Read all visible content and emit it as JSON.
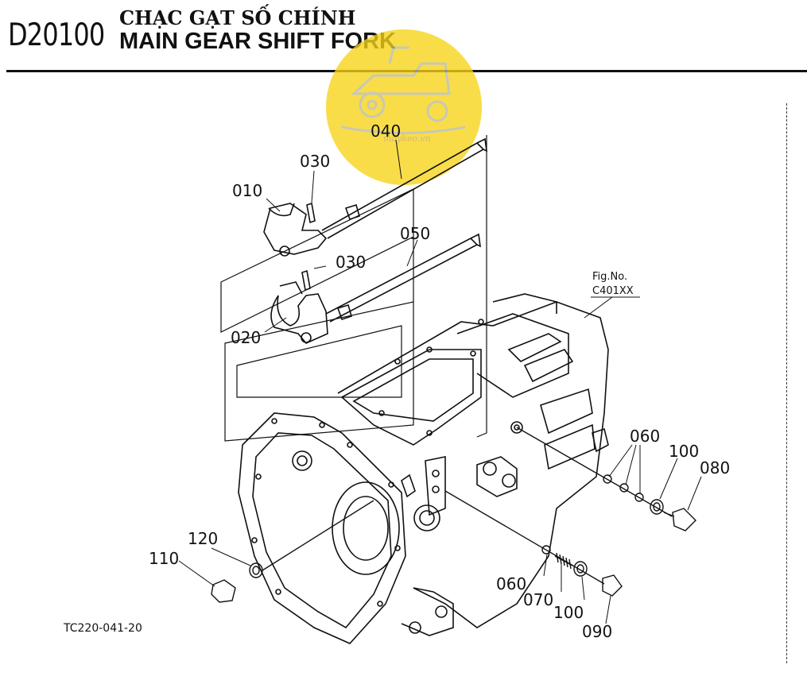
{
  "header": {
    "code": "D20100",
    "title_vn": "CHẠC GẠT SỐ CHÍNH",
    "title_en": "MAIN GEAR SHIFT FORK"
  },
  "watermark": {
    "text": "maykeo.vn",
    "color": "#f5d000"
  },
  "figure_ref": {
    "line1": "Fig.No.",
    "line2": "C401XX"
  },
  "drawing_code": "TC220-041-20",
  "part_labels": {
    "p010": "010",
    "p020": "020",
    "p030a": "030",
    "p030b": "030",
    "p040": "040",
    "p050": "050",
    "p060a": "060",
    "p060b": "060",
    "p070": "070",
    "p080": "080",
    "p090": "090",
    "p100a": "100",
    "p100b": "100",
    "p110": "110",
    "p120": "120"
  }
}
